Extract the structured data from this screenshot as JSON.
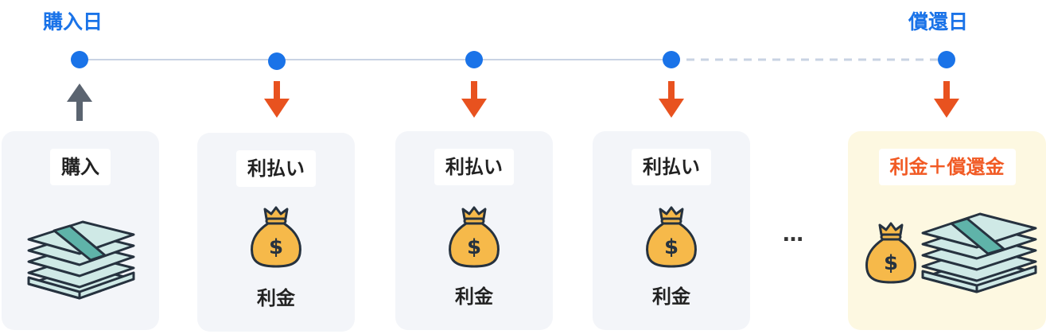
{
  "timeline": {
    "start_label": "購入日",
    "end_label": "償還日",
    "colors": {
      "node": "#1a73e8",
      "line": "#c9d3e3",
      "arrow_in": "#e8521f",
      "arrow_out": "#5b6470"
    }
  },
  "cards": [
    {
      "badge": "購入",
      "caption": ""
    },
    {
      "badge": "利払い",
      "caption": "利金"
    },
    {
      "badge": "利払い",
      "caption": "利金"
    },
    {
      "badge": "利払い",
      "caption": "利金"
    },
    {
      "badge": "利金＋償還金",
      "caption": ""
    }
  ],
  "ellipsis": "…",
  "icons": {
    "money_bag": "money-bag-icon",
    "cash_stack": "cash-stack-icon",
    "arrow_up": "arrow-up-icon",
    "arrow_down": "arrow-down-icon"
  }
}
